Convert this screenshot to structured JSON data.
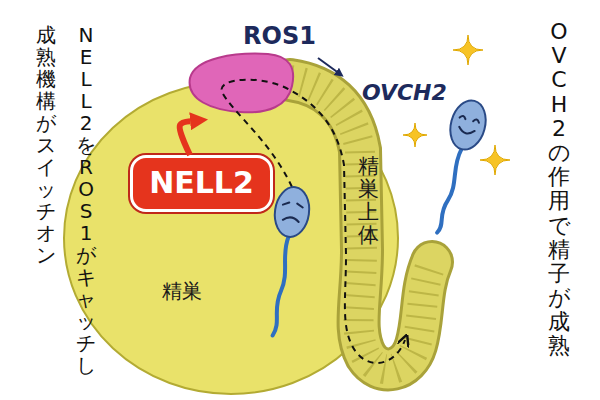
{
  "diagram": {
    "nodes": [
      {
        "text": [
          "精巣"
        ]
      },
      {
        "text": [
          "NELL2"
        ],
        "in": 0
      },
      {
        "text": [
          "ROS1"
        ]
      },
      {
        "text": [
          "精巣上体"
        ]
      }
    ],
    "edges": [
      {
        "from": 1,
        "to": 2,
        "arrow": "to"
      }
    ],
    "labels": [
      "NELL2をROS1がキャッチし",
      "成熟機構がスイッチオン",
      "OVCH2",
      "OVCH2の作用で精子が成熟"
    ]
  }
}
